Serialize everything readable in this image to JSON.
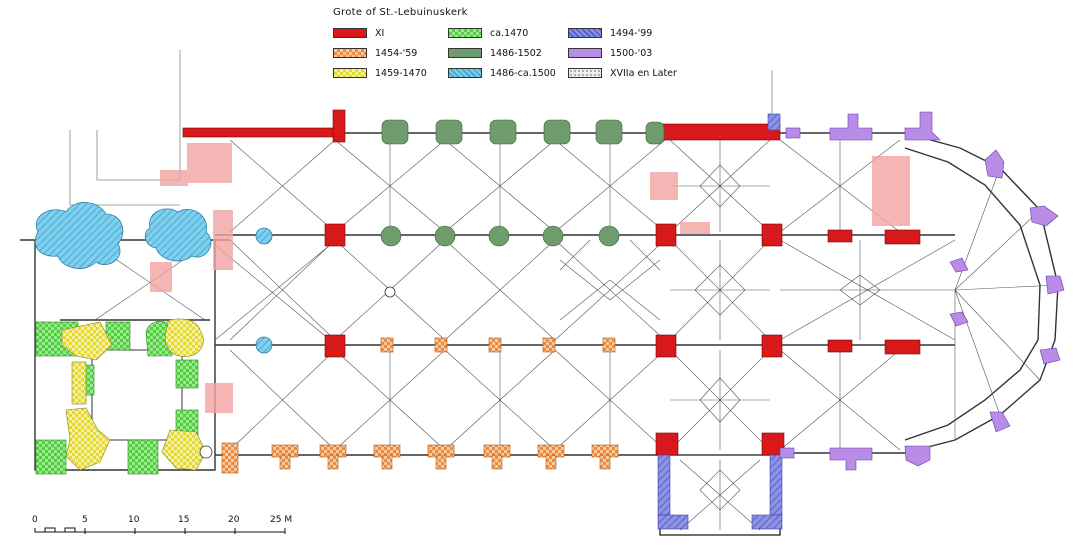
{
  "legend": {
    "title": "Grote of St.-Lebuinuskerk",
    "items": [
      {
        "label": "XI",
        "color": "#d7191c",
        "pattern": "solid"
      },
      {
        "label": "1454-'59",
        "color": "#ee8a3c",
        "pattern": "checker"
      },
      {
        "label": "1459-1470",
        "color": "#e8e03a",
        "pattern": "checker"
      },
      {
        "label": "ca.1470",
        "color": "#59d64a",
        "pattern": "checker"
      },
      {
        "label": "1486-1502",
        "color": "#6f9c6c",
        "pattern": "solid"
      },
      {
        "label": "1486-ca.1500",
        "color": "#73ccea",
        "pattern": "hatch"
      },
      {
        "label": "1494-'99",
        "color": "#7f86de",
        "pattern": "hatch"
      },
      {
        "label": "1500-'03",
        "color": "#b98ce8",
        "pattern": "solid"
      },
      {
        "label": "XVIIa en Later",
        "color": "#dddddd",
        "pattern": "dots"
      }
    ]
  },
  "scale": {
    "ticks": [
      "0",
      "5",
      "10",
      "15",
      "20",
      "25 M"
    ]
  }
}
